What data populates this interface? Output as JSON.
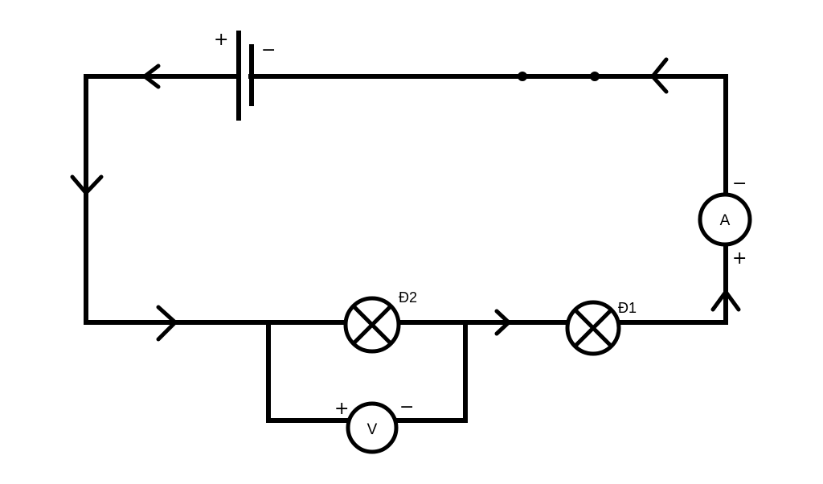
{
  "battery": {
    "positive_sign": "+",
    "negative_sign": "−"
  },
  "ammeter": {
    "letter": "A",
    "negative_sign": "−",
    "positive_sign": "+"
  },
  "voltmeter": {
    "letter": "V",
    "positive_sign": "+",
    "negative_sign": "−"
  },
  "lamp_1": {
    "label": "Đ1"
  },
  "lamp_2": {
    "label": "Đ2"
  }
}
